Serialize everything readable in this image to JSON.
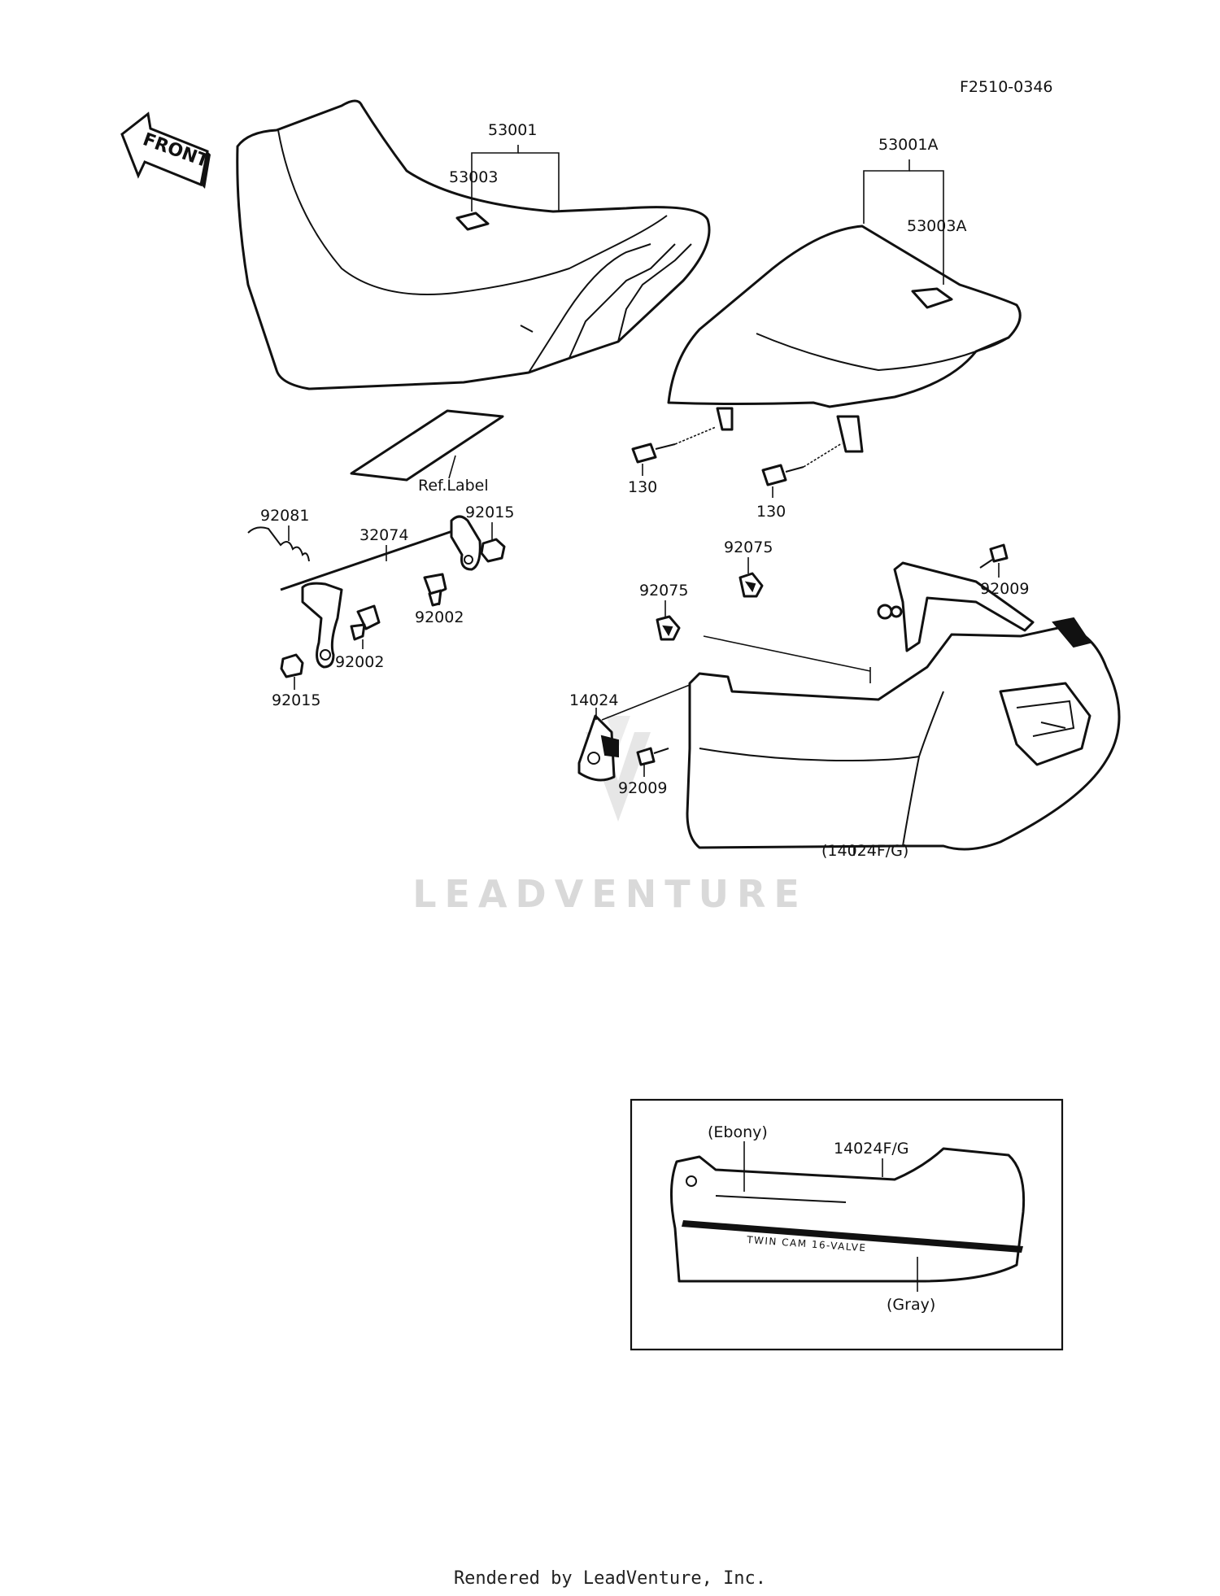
{
  "diagram_code": "F2510-0346",
  "front_arrow_label": "FRONT",
  "watermark": "LEADVENTURE",
  "footer": "Rendered by LeadVenture, Inc.",
  "callouts": {
    "seat": "53001",
    "seat_tab": "53003",
    "seat_alt": "53001A",
    "seat_alt_tab": "53003A",
    "ref_label": "Ref.Label",
    "bolt_left": "130",
    "bolt_right": "130",
    "spring": "92081",
    "lock_rod": "32074",
    "nut_top": "92015",
    "nut_bottom": "92015",
    "damper_right": "92002",
    "damper_left": "92002",
    "clip_top": "92075",
    "clip_left": "92075",
    "bolt_cover_top": "92009",
    "bolt_cover_low": "92009",
    "cap": "14024",
    "cover": "(14024F/G)"
  },
  "inset": {
    "part": "14024F/G",
    "upper_color": "(Ebony)",
    "lower_color": "(Gray)",
    "decal": "TWIN CAM 16-VALVE"
  }
}
